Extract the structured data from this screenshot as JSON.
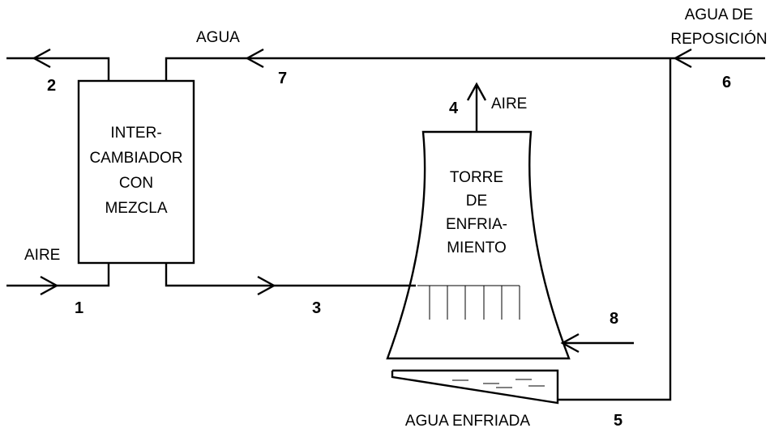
{
  "colors": {
    "line": "#000000",
    "background": "#ffffff"
  },
  "labels": {
    "agua_top": "AGUA",
    "agua_de_reposicion_line1": "AGUA DE",
    "agua_de_reposicion_line2": "REPOSICIÓN",
    "aire_out": "AIRE",
    "aire_in": "AIRE",
    "agua_enfriada": "AGUA ENFRIADA",
    "intercambiador": [
      "INTER-",
      "CAMBIADOR",
      "CON",
      "MEZCLA"
    ],
    "torre": [
      "TORRE",
      "DE",
      "ENFRIA-",
      "MIENTO"
    ]
  },
  "streams": {
    "s1": "1",
    "s2": "2",
    "s3": "3",
    "s4": "4",
    "s5": "5",
    "s6": "6",
    "s7": "7",
    "s8": "8"
  }
}
